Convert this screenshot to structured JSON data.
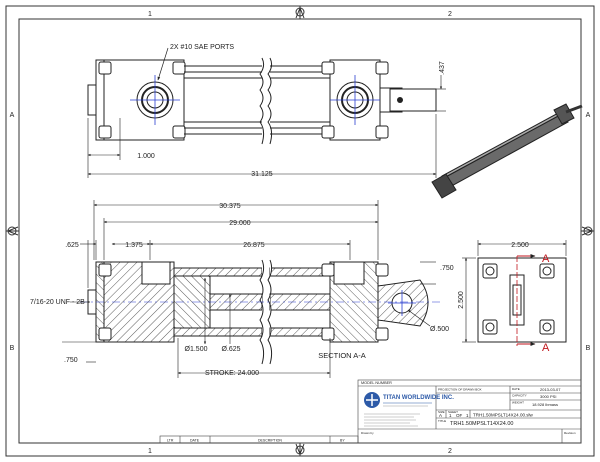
{
  "border": {
    "zone_top_1": "1",
    "zone_top_2": "2",
    "zone_bottom_1": "1",
    "zone_bottom_2": "2",
    "zone_left_A": "A",
    "zone_left_B": "B",
    "zone_right_A": "A",
    "zone_right_B": "B"
  },
  "top_view": {
    "ports_note": "2X #10 SAE PORTS",
    "dim_437": ".437",
    "dim_1000": "1.000",
    "dim_31125": "31.125"
  },
  "section_view": {
    "dim_30375": "30.375",
    "dim_29000": "29.000",
    "dim_625": ".625",
    "dim_1375": "1.375",
    "dim_26875": "26.875",
    "dim_750_right": ".750",
    "dim_750_left": ".750",
    "thread_note": "7/16-20 UNF - 2B",
    "dia_500": "Ø.500",
    "dia_1500": "Ø1.500",
    "dia_625": "Ø.625",
    "stroke": "STROKE: 24.000",
    "section_label": "SECTION A-A"
  },
  "end_view": {
    "dim_width": "2.500",
    "dim_height": "2.500",
    "section_marker_top": "A",
    "section_marker_bottom": "A"
  },
  "title_block": {
    "model_number_label": "MODEL NUMBER",
    "company": "TITAN WORLDWIDE INC.",
    "date": "2013-03-07",
    "pressure": "3000 PSI",
    "weight": "18.928 lbmass",
    "size": "A",
    "sheet": "1",
    "of": "OF",
    "sheet_total": "1",
    "filename": "TRH1.50MPSLT14X24.00.slw",
    "part_number": "TRH1.50MPSLT14X24.00",
    "label_date": "DATE",
    "label_capacity": "CAPACITY",
    "label_weight": "WEIGHT",
    "label_size": "SIZE",
    "label_sheet": "SHEET",
    "label_title": "TITLE",
    "label_drawn_by": "Drawn by",
    "label_revision": "Revision",
    "label_projection": "PROJECTION OF DRAWN BOX",
    "rev_col_1": "LTR",
    "rev_col_2": "DATE",
    "rev_col_3": "DESCRIPTION",
    "rev_col_4": "BY"
  }
}
